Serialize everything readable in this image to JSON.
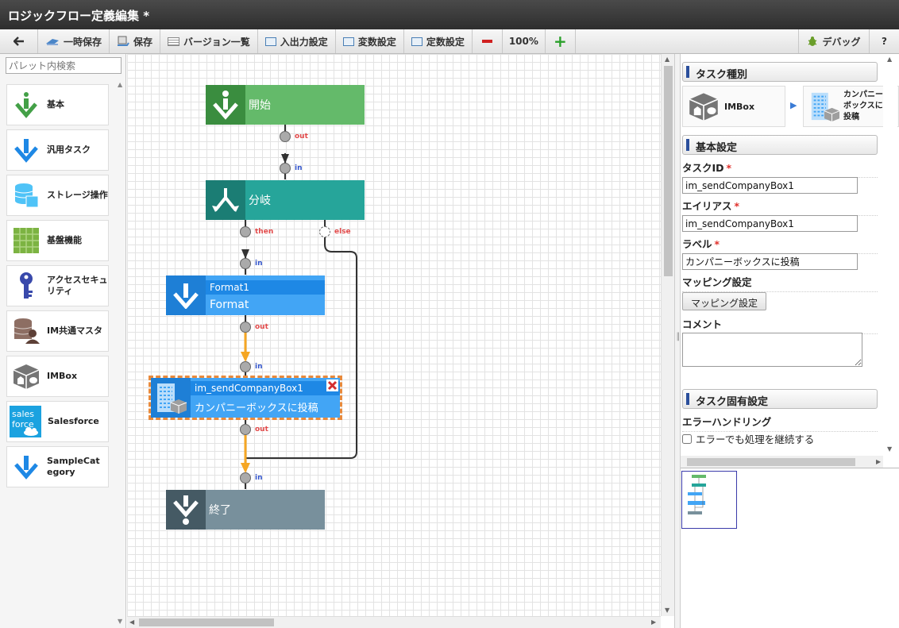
{
  "window": {
    "title": "ロジックフロー定義編集 *"
  },
  "toolbar": {
    "back_icon": "back-arrow-icon",
    "temp_save": "一時保存",
    "save": "保存",
    "version_list": "バージョン一覧",
    "io_settings": "入出力設定",
    "var_settings": "変数設定",
    "const_settings": "定数設定",
    "zoom_out_icon": "minus-icon",
    "zoom": "100%",
    "zoom_in_icon": "plus-icon",
    "debug": "デバッグ",
    "help": "?"
  },
  "palette": {
    "search_placeholder": "パレット内検索",
    "items": [
      {
        "label": "基本",
        "icon": "basic-down-arrow-icon"
      },
      {
        "label": "汎用タスク",
        "icon": "generic-task-icon"
      },
      {
        "label": "ストレージ操作",
        "icon": "storage-icon"
      },
      {
        "label": "基盤機能",
        "icon": "platform-grid-icon"
      },
      {
        "label": "アクセスセキュリティ",
        "icon": "key-icon"
      },
      {
        "label": "IM共通マスタ",
        "icon": "master-user-icon"
      },
      {
        "label": "IMBox",
        "icon": "imbox-icon"
      },
      {
        "label": "Salesforce",
        "icon": "salesforce-icon"
      },
      {
        "label": "SampleCategory",
        "icon": "sample-category-icon"
      }
    ]
  },
  "flow": {
    "start": {
      "label": "開始",
      "color": "#64ba6a",
      "icon_color": "#3a8d3f"
    },
    "branch": {
      "label": "分岐",
      "color": "#26a59a",
      "icon_color": "#1b7d74"
    },
    "format": {
      "title": "Format1",
      "label": "Format",
      "color": "#42a5f5",
      "icon_color": "#1e7fd6"
    },
    "send": {
      "title": "im_sendCompanyBox1",
      "label": "カンパニーボックスに投稿",
      "color": "#42a5f5",
      "icon_color": "#1e7fd6",
      "select_color": "#e88a3c"
    },
    "end": {
      "label": "終了",
      "color": "#78909c",
      "icon_color": "#455a64"
    },
    "ports": {
      "out": "out",
      "in": "in",
      "then": "then",
      "else": "else"
    }
  },
  "properties": {
    "task_type_header": "タスク種別",
    "task_type_parent": "IMBox",
    "task_type_child": "カンパニーボックスに投稿",
    "basic_header": "基本設定",
    "task_id_label": "タスクID",
    "task_id_value": "im_sendCompanyBox1",
    "alias_label": "エイリアス",
    "alias_value": "im_sendCompanyBox1",
    "label_label": "ラベル",
    "label_value": "カンパニーボックスに投稿",
    "mapping_label": "マッピング設定",
    "mapping_button": "マッピング設定",
    "comment_label": "コメント",
    "comment_value": "",
    "specific_header": "タスク固有設定",
    "error_label": "エラーハンドリング",
    "continue_on_error": "エラーでも処理を継続する",
    "continue_checked": false,
    "required_mark": "*"
  }
}
